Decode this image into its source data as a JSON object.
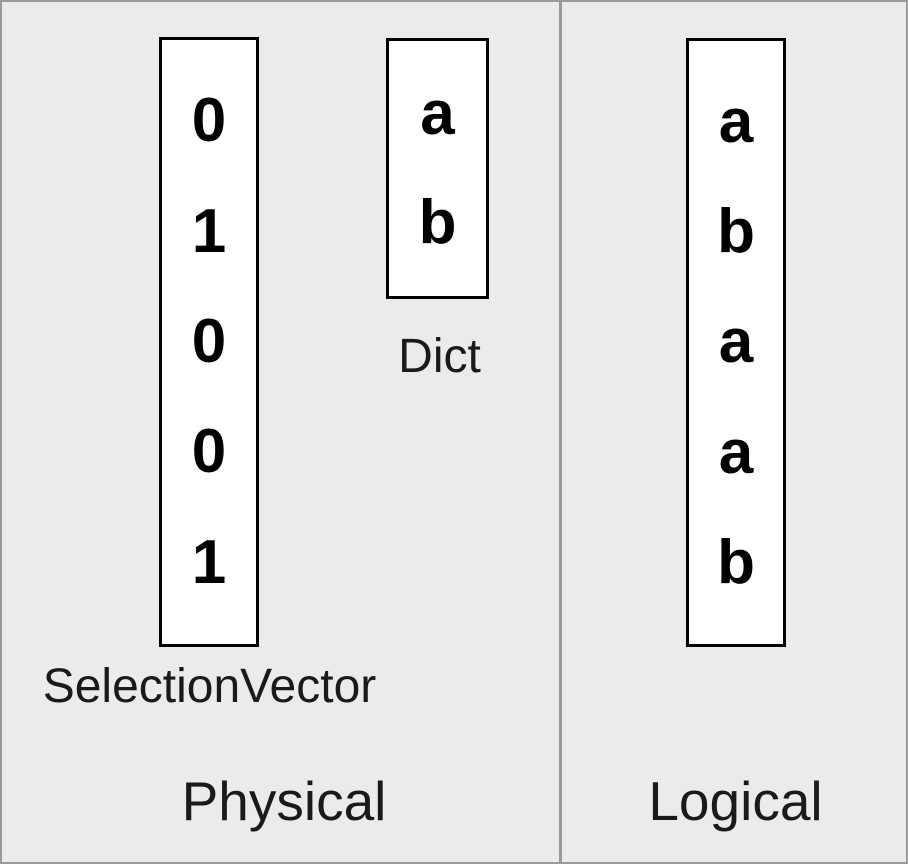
{
  "figure": {
    "background_color": "#ebebeb",
    "border_color": "#9a9a9a",
    "box_fill": "#ffffff",
    "box_border": "#000000",
    "text_color": "#1a1a1a"
  },
  "panels": [
    {
      "id": "physical",
      "caption": "Physical",
      "boxes": [
        {
          "id": "selectionvector",
          "label": "SelectionVector",
          "cells": [
            "0",
            "1",
            "0",
            "0",
            "1"
          ]
        },
        {
          "id": "dict",
          "label": "Dict",
          "cells": [
            "a",
            "b"
          ]
        }
      ]
    },
    {
      "id": "logical",
      "caption": "Logical",
      "boxes": [
        {
          "id": "logical-values",
          "label": "",
          "cells": [
            "a",
            "b",
            "a",
            "a",
            "b"
          ]
        }
      ]
    }
  ]
}
